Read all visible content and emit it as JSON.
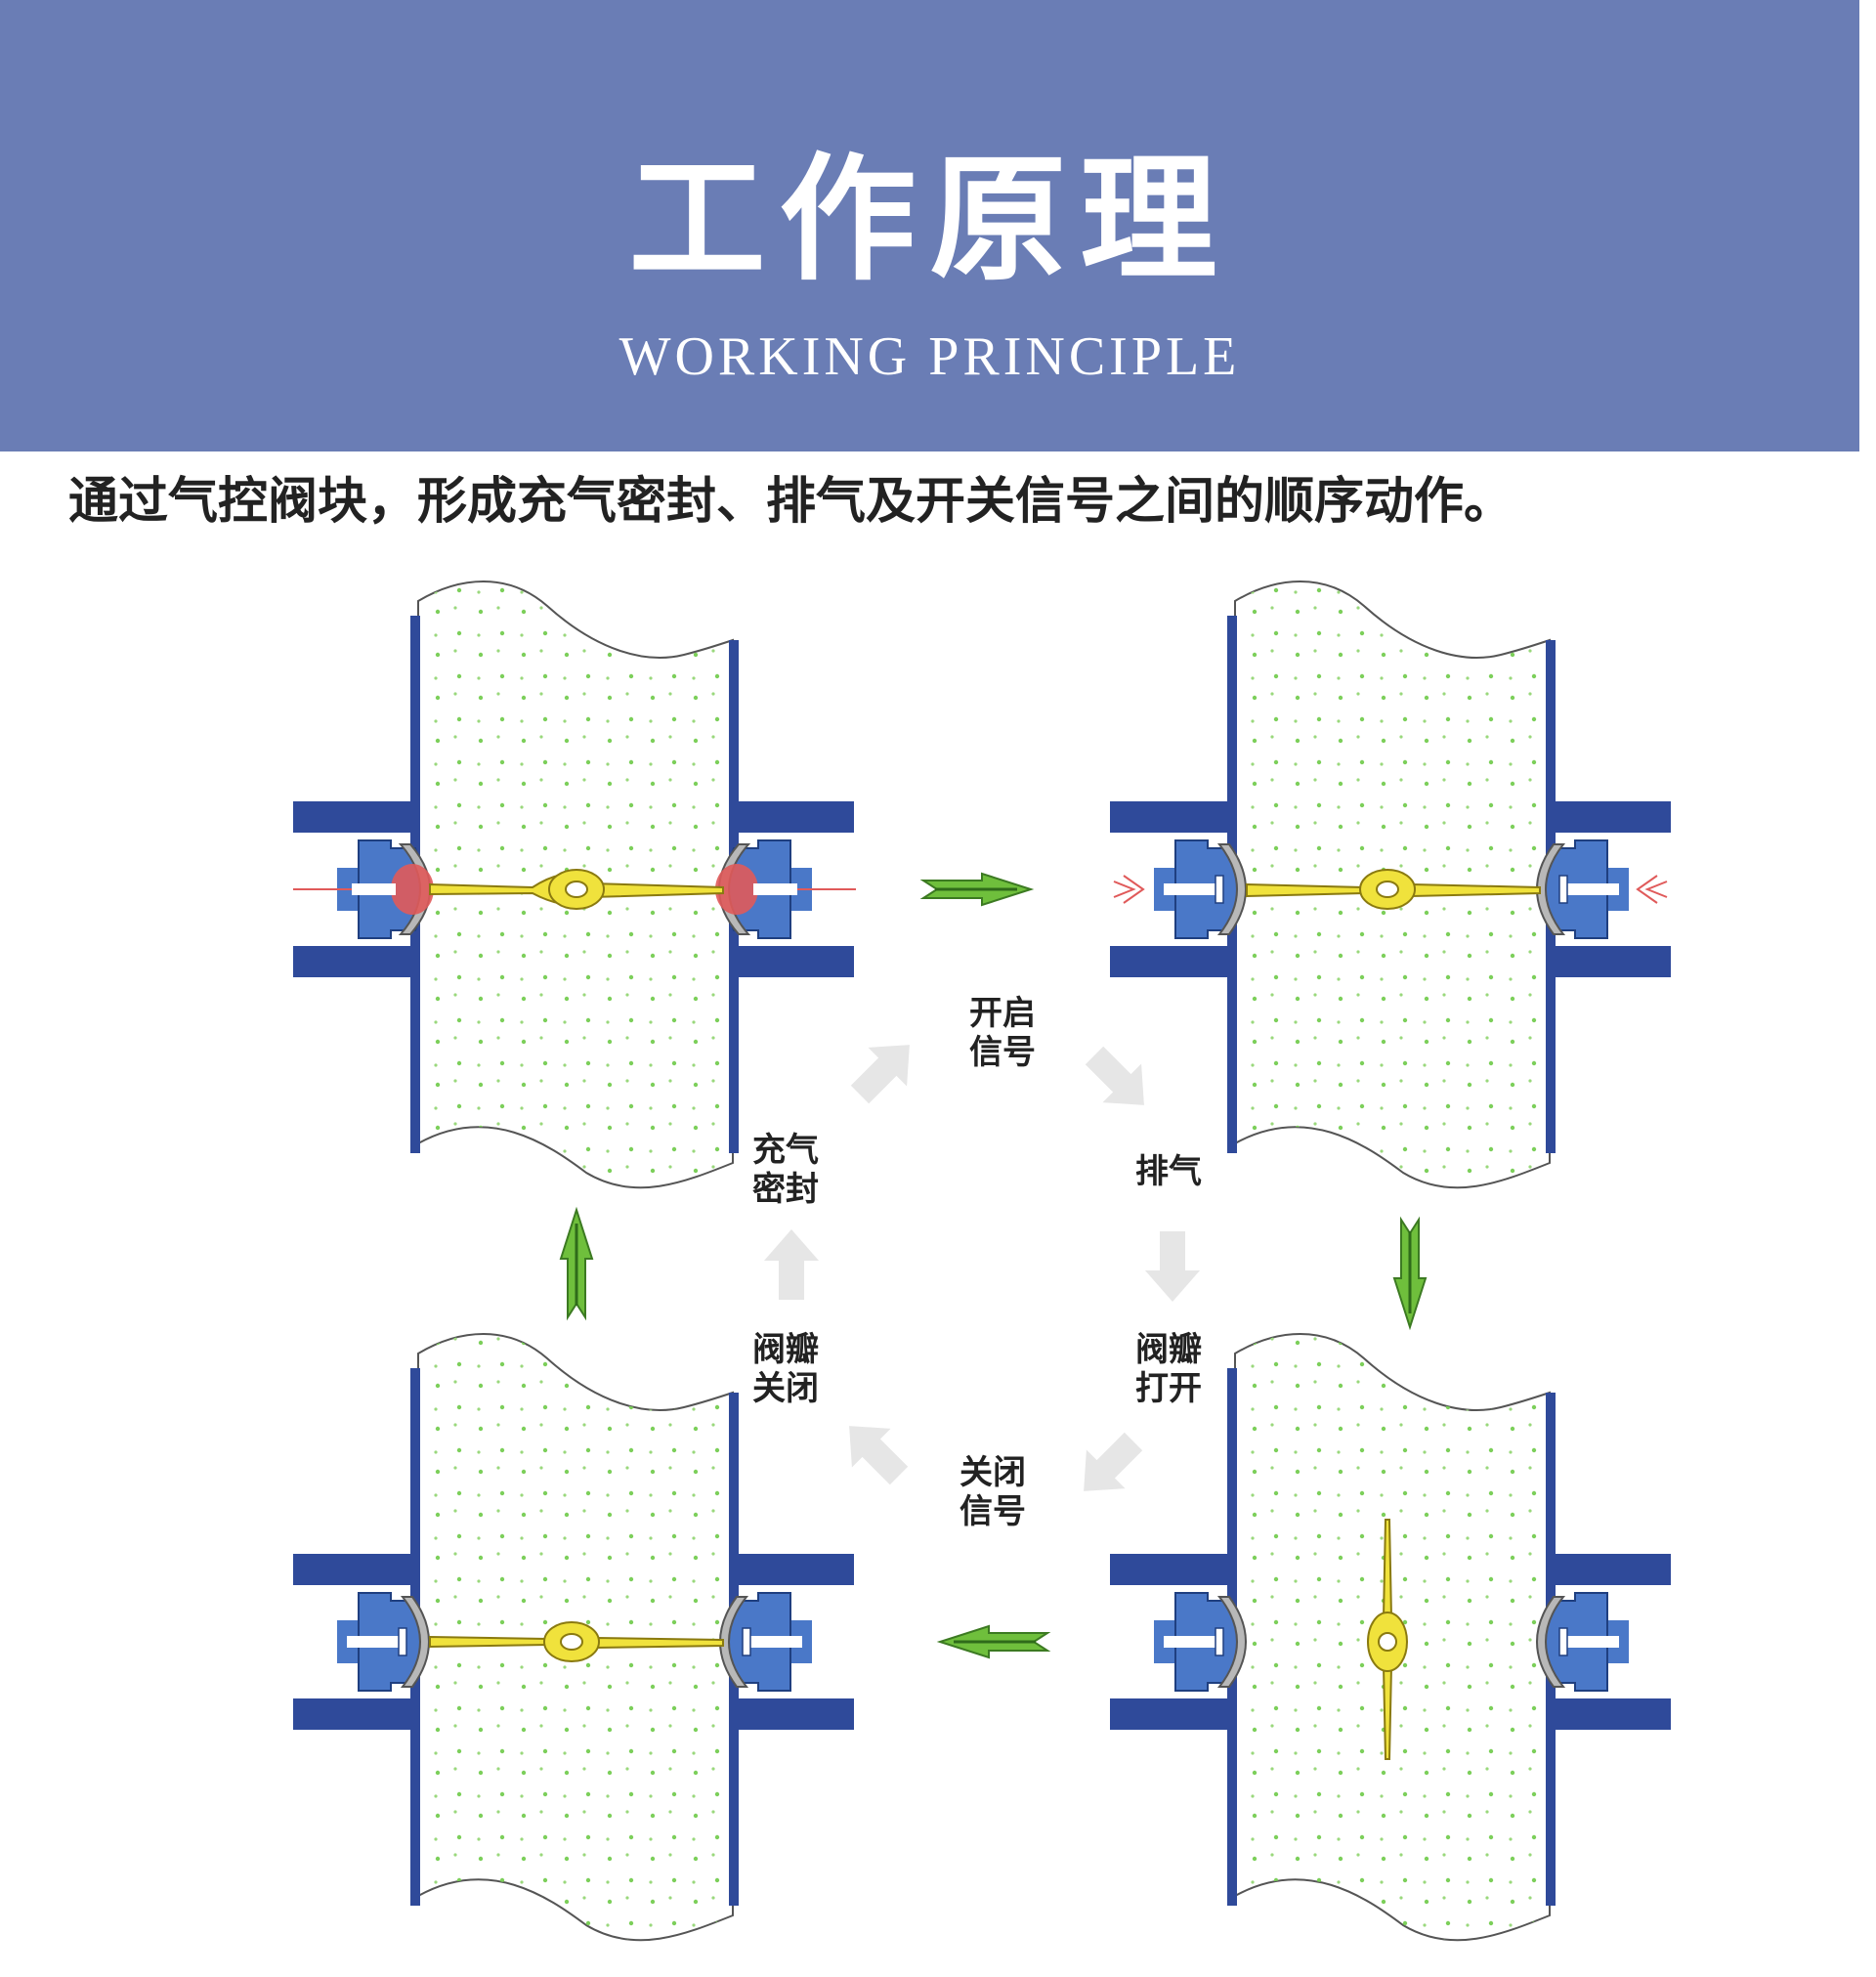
{
  "header": {
    "title": "工作原理",
    "subtitle": "WORKING PRINCIPLE"
  },
  "description": "通过气控阀块，形成充气密封、排气及开关信号之间的顺序动作。",
  "cycle_labels": {
    "open_signal": [
      "开启",
      "信号"
    ],
    "exhaust": "排气",
    "valve_open": [
      "阀瓣",
      "打开"
    ],
    "close_signal": [
      "关闭",
      "信号"
    ],
    "valve_close": [
      "阀瓣",
      "关闭"
    ],
    "inflate_seal": [
      "充气",
      "密封"
    ]
  },
  "colors": {
    "header_bg": "#6a7db5",
    "flange": "#2f4a9a",
    "seal_body": "#4a78c8",
    "disc": "#f0e23c",
    "material_dots": "#7ccf5a",
    "flow_arrow": "#6fbf3c",
    "cycle_arrow": "#e6e6e6",
    "inflated_seal": "#e05a5a"
  }
}
